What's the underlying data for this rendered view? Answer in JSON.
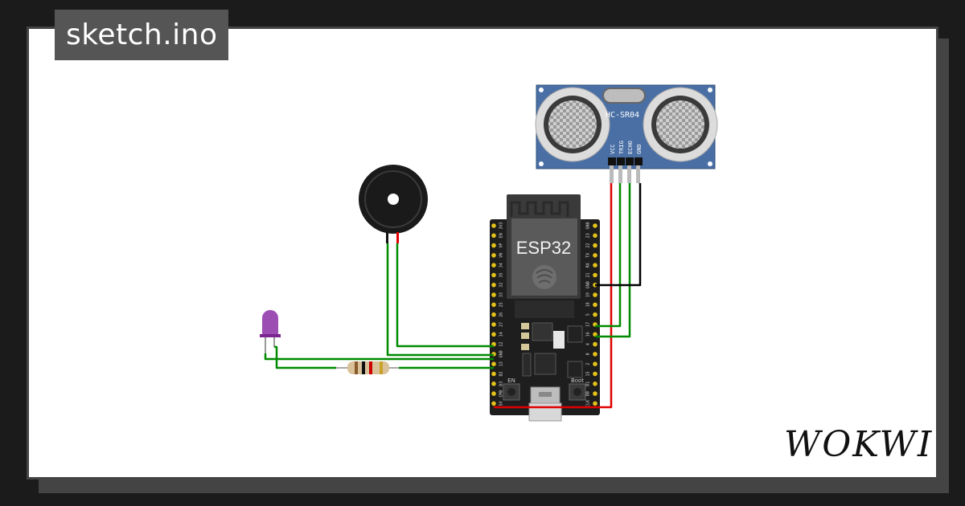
{
  "header": {
    "title": "sketch.ino"
  },
  "brand": {
    "logo_text": "WOKWI"
  },
  "components": {
    "mcu": {
      "label": "ESP32"
    },
    "sensor": {
      "label": "HC-SR04",
      "pins": [
        "VCC",
        "TRIG",
        "ECHO",
        "GND"
      ]
    },
    "esp_left_pins": [
      "3V3",
      "EN",
      "VP",
      "VN",
      "34",
      "35",
      "32",
      "33",
      "25",
      "26",
      "27",
      "14",
      "12",
      "GND",
      "13",
      "D2",
      "D3",
      "CMD",
      "5V"
    ],
    "esp_right_pins": [
      "GND",
      "23",
      "22",
      "TX",
      "RX",
      "21",
      "GND",
      "19",
      "18",
      "5",
      "17",
      "16",
      "4",
      "0",
      "2",
      "15",
      "D1",
      "D0",
      "CLK"
    ],
    "board_buttons": [
      "EN",
      "Boot"
    ]
  },
  "colors": {
    "wire_green": "#008a00",
    "wire_red": "#e00000",
    "wire_black": "#000000",
    "sensor_board": "#4a6fa5",
    "led": "#8b2fa6"
  }
}
